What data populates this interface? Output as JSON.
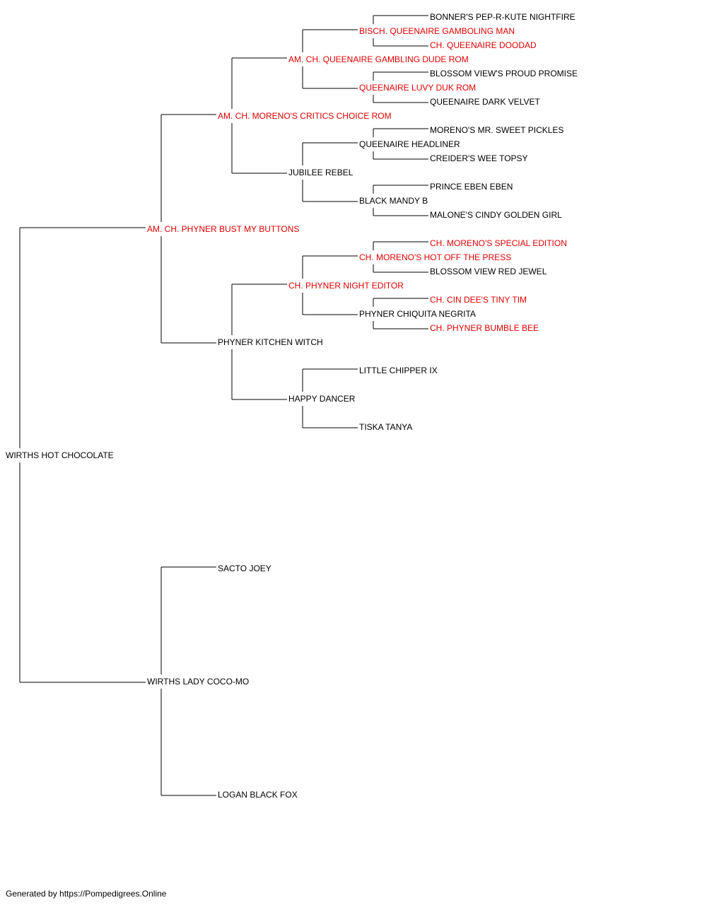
{
  "colors": {
    "titled": "#e00000",
    "plain": "#000000",
    "line": "#000000"
  },
  "pedigree": {
    "root": {
      "name": "WIRTHS HOT CHOCOLATE",
      "titled": false
    },
    "sire": {
      "name": "AM. CH. PHYNER BUST MY BUTTONS",
      "titled": true
    },
    "dam": {
      "name": "WIRTHS LADY COCO-MO",
      "titled": false
    },
    "sire_sire": {
      "name": "AM. CH. MORENO'S CRITICS CHOICE ROM",
      "titled": true
    },
    "sire_dam": {
      "name": "PHYNER KITCHEN WITCH",
      "titled": false
    },
    "dam_sire": {
      "name": "SACTO JOEY",
      "titled": false
    },
    "dam_dam": {
      "name": "LOGAN BLACK FOX",
      "titled": false
    },
    "sss": {
      "name": "AM. CH. QUEENAIRE GAMBLING DUDE ROM",
      "titled": true
    },
    "ssd": {
      "name": "JUBILEE REBEL",
      "titled": false
    },
    "sds": {
      "name": "CH. PHYNER NIGHT EDITOR",
      "titled": true
    },
    "sdd": {
      "name": "HAPPY DANCER",
      "titled": false
    },
    "ssss": {
      "name": "BISCH. QUEENAIRE GAMBOLING MAN",
      "titled": true
    },
    "sssd": {
      "name": "QUEENAIRE LUVY DUK ROM",
      "titled": true
    },
    "ssds": {
      "name": "QUEENAIRE HEADLINER",
      "titled": false
    },
    "ssdd": {
      "name": "BLACK MANDY B",
      "titled": false
    },
    "sdss": {
      "name": "CH. MORENO'S HOT OFF THE PRESS",
      "titled": true
    },
    "sdsd": {
      "name": "PHYNER CHIQUITA NEGRITA",
      "titled": false
    },
    "sdds": {
      "name": "LITTLE CHIPPER IX",
      "titled": false
    },
    "sddd": {
      "name": "TISKA TANYA",
      "titled": false
    },
    "sssss": {
      "name": "BONNER'S PEP-R-KUTE NIGHTFIRE",
      "titled": false
    },
    "ssssd": {
      "name": "CH. QUEENAIRE DOODAD",
      "titled": true
    },
    "sssds": {
      "name": "BLOSSOM VIEW'S PROUD PROMISE",
      "titled": false
    },
    "sssdd": {
      "name": "QUEENAIRE DARK VELVET",
      "titled": false
    },
    "ssdss": {
      "name": "MORENO'S MR. SWEET PICKLES",
      "titled": false
    },
    "ssdsd": {
      "name": "CREIDER'S WEE TOPSY",
      "titled": false
    },
    "ssdds": {
      "name": "PRINCE EBEN EBEN",
      "titled": false
    },
    "ssddd": {
      "name": "MALONE'S CINDY GOLDEN GIRL",
      "titled": false
    },
    "sdsss": {
      "name": "CH. MORENO'S SPECIAL EDITION",
      "titled": true
    },
    "sdssd": {
      "name": "BLOSSOM VIEW RED JEWEL",
      "titled": false
    },
    "sdsds": {
      "name": "CH. CIN DEE'S TINY TIM",
      "titled": true
    },
    "sdsdd": {
      "name": "CH. PHYNER BUMBLE BEE",
      "titled": true
    }
  },
  "footer": {
    "text": "Generated by https://Pompedigrees.Online"
  }
}
